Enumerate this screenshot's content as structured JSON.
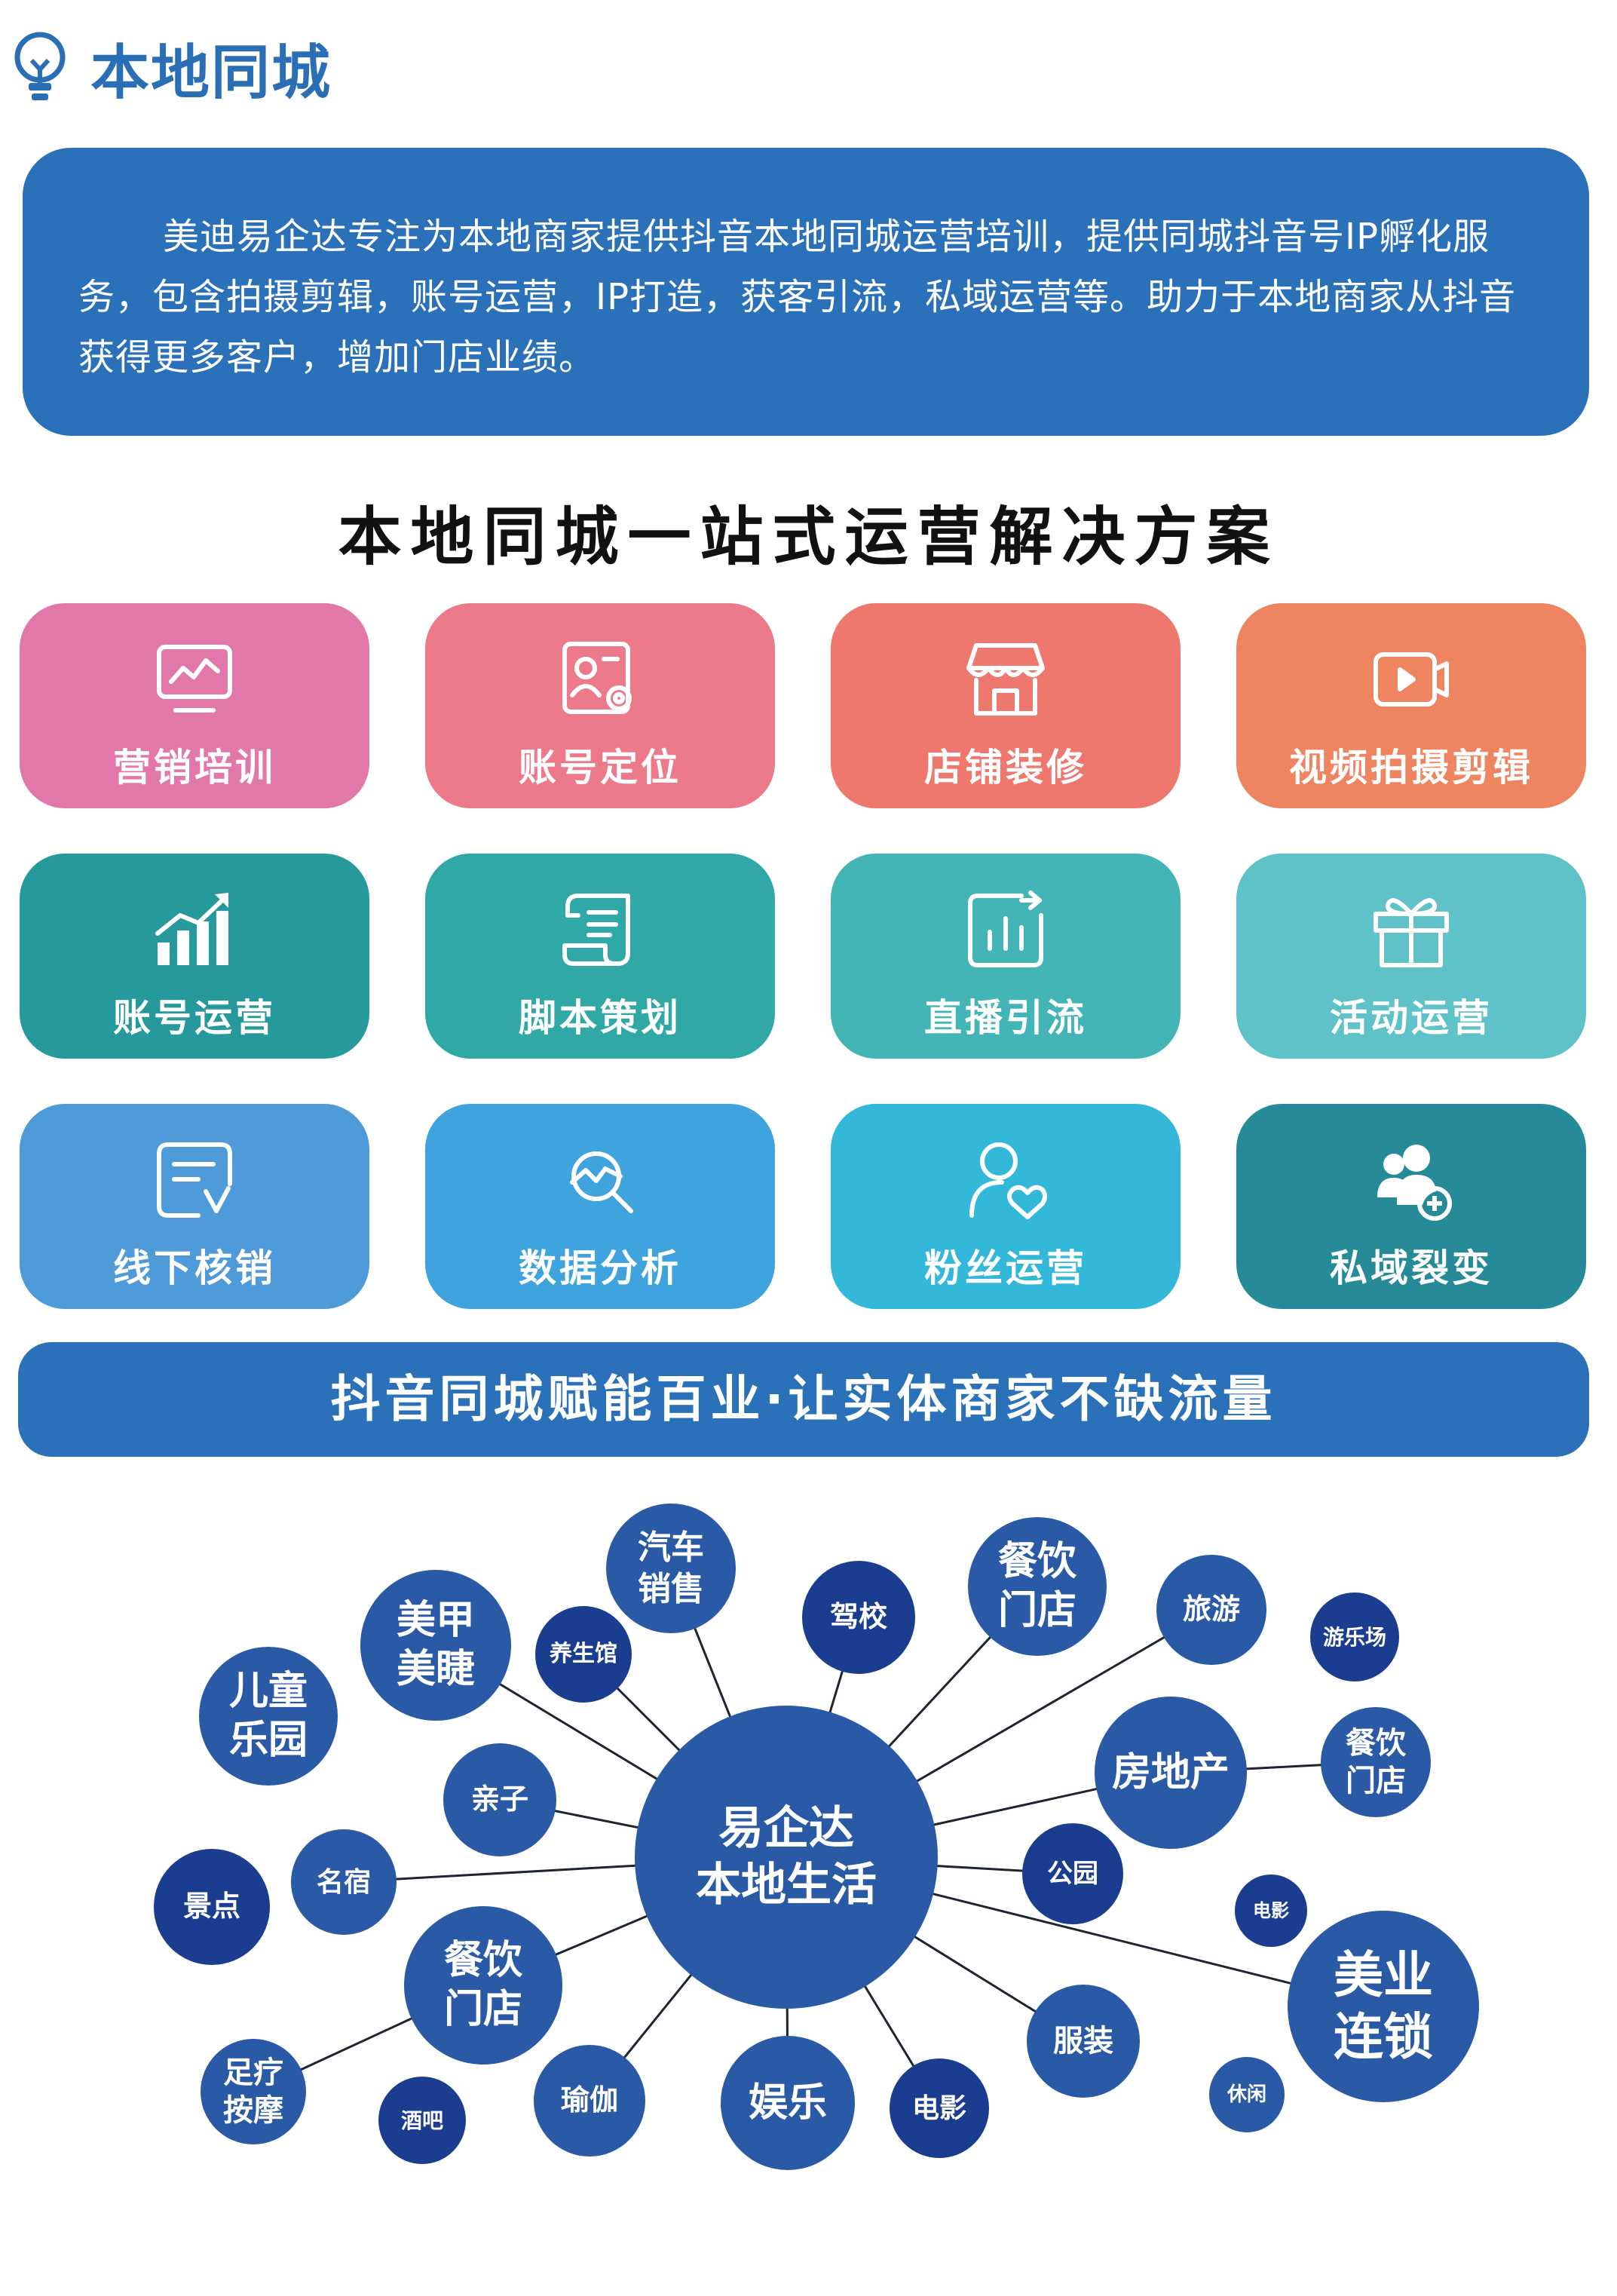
{
  "header": {
    "title": "本地同城"
  },
  "intro": {
    "text": "美迪易企达专注为本地商家提供抖音本地同城运营培训，提供同城抖音号IP孵化服务，包含拍摄剪辑，账号运营，IP打造，获客引流，私域运营等。助力于本地商家从抖音获得更多客户，增加门店业绩。"
  },
  "solutions": {
    "title": "本地同城一站式运营解决方案",
    "tiles": [
      {
        "label": "营销培训",
        "color": "#e278aa",
        "icon": "monitor-chart-icon"
      },
      {
        "label": "账号定位",
        "color": "#ec7a8a",
        "icon": "profile-gear-icon"
      },
      {
        "label": "店铺装修",
        "color": "#ee786e",
        "icon": "storefront-icon"
      },
      {
        "label": "视频拍摄剪辑",
        "color": "#ee8460",
        "icon": "video-camera-icon"
      },
      {
        "label": "账号运营",
        "color": "#25999b",
        "icon": "growth-bars-icon"
      },
      {
        "label": "脚本策划",
        "color": "#30a8a6",
        "icon": "scroll-icon"
      },
      {
        "label": "直播引流",
        "color": "#43b5b7",
        "icon": "live-stats-icon"
      },
      {
        "label": "活动运营",
        "color": "#5ec2c8",
        "icon": "gift-icon"
      },
      {
        "label": "线下核销",
        "color": "#4f9ad9",
        "icon": "checklist-icon"
      },
      {
        "label": "数据分析",
        "color": "#3fa3dd",
        "icon": "analytics-magnifier-icon"
      },
      {
        "label": "粉丝运营",
        "color": "#33b8d9",
        "icon": "user-heart-icon"
      },
      {
        "label": "私域裂变",
        "color": "#278a98",
        "icon": "group-add-icon"
      }
    ]
  },
  "banner": {
    "text": "抖音同城赋能百业·让实体商家不缺流量"
  },
  "network": {
    "center": "易企达\n本地生活",
    "nodes": [
      {
        "label": "汽车\n销售"
      },
      {
        "label": "餐饮\n门店"
      },
      {
        "label": "驾校"
      },
      {
        "label": "旅游"
      },
      {
        "label": "游乐场"
      },
      {
        "label": "美甲\n美睫"
      },
      {
        "label": "养生馆"
      },
      {
        "label": "儿童\n乐园"
      },
      {
        "label": "亲子"
      },
      {
        "label": "房地产"
      },
      {
        "label": "餐饮\n门店"
      },
      {
        "label": "名宿"
      },
      {
        "label": "景点"
      },
      {
        "label": "公园"
      },
      {
        "label": "电影"
      },
      {
        "label": "餐饮\n门店"
      },
      {
        "label": "美业\n连锁"
      },
      {
        "label": "足疗\n按摩"
      },
      {
        "label": "服装"
      },
      {
        "label": "休闲"
      },
      {
        "label": "酒吧"
      },
      {
        "label": "瑜伽"
      },
      {
        "label": "娱乐"
      },
      {
        "label": "电影"
      }
    ]
  }
}
